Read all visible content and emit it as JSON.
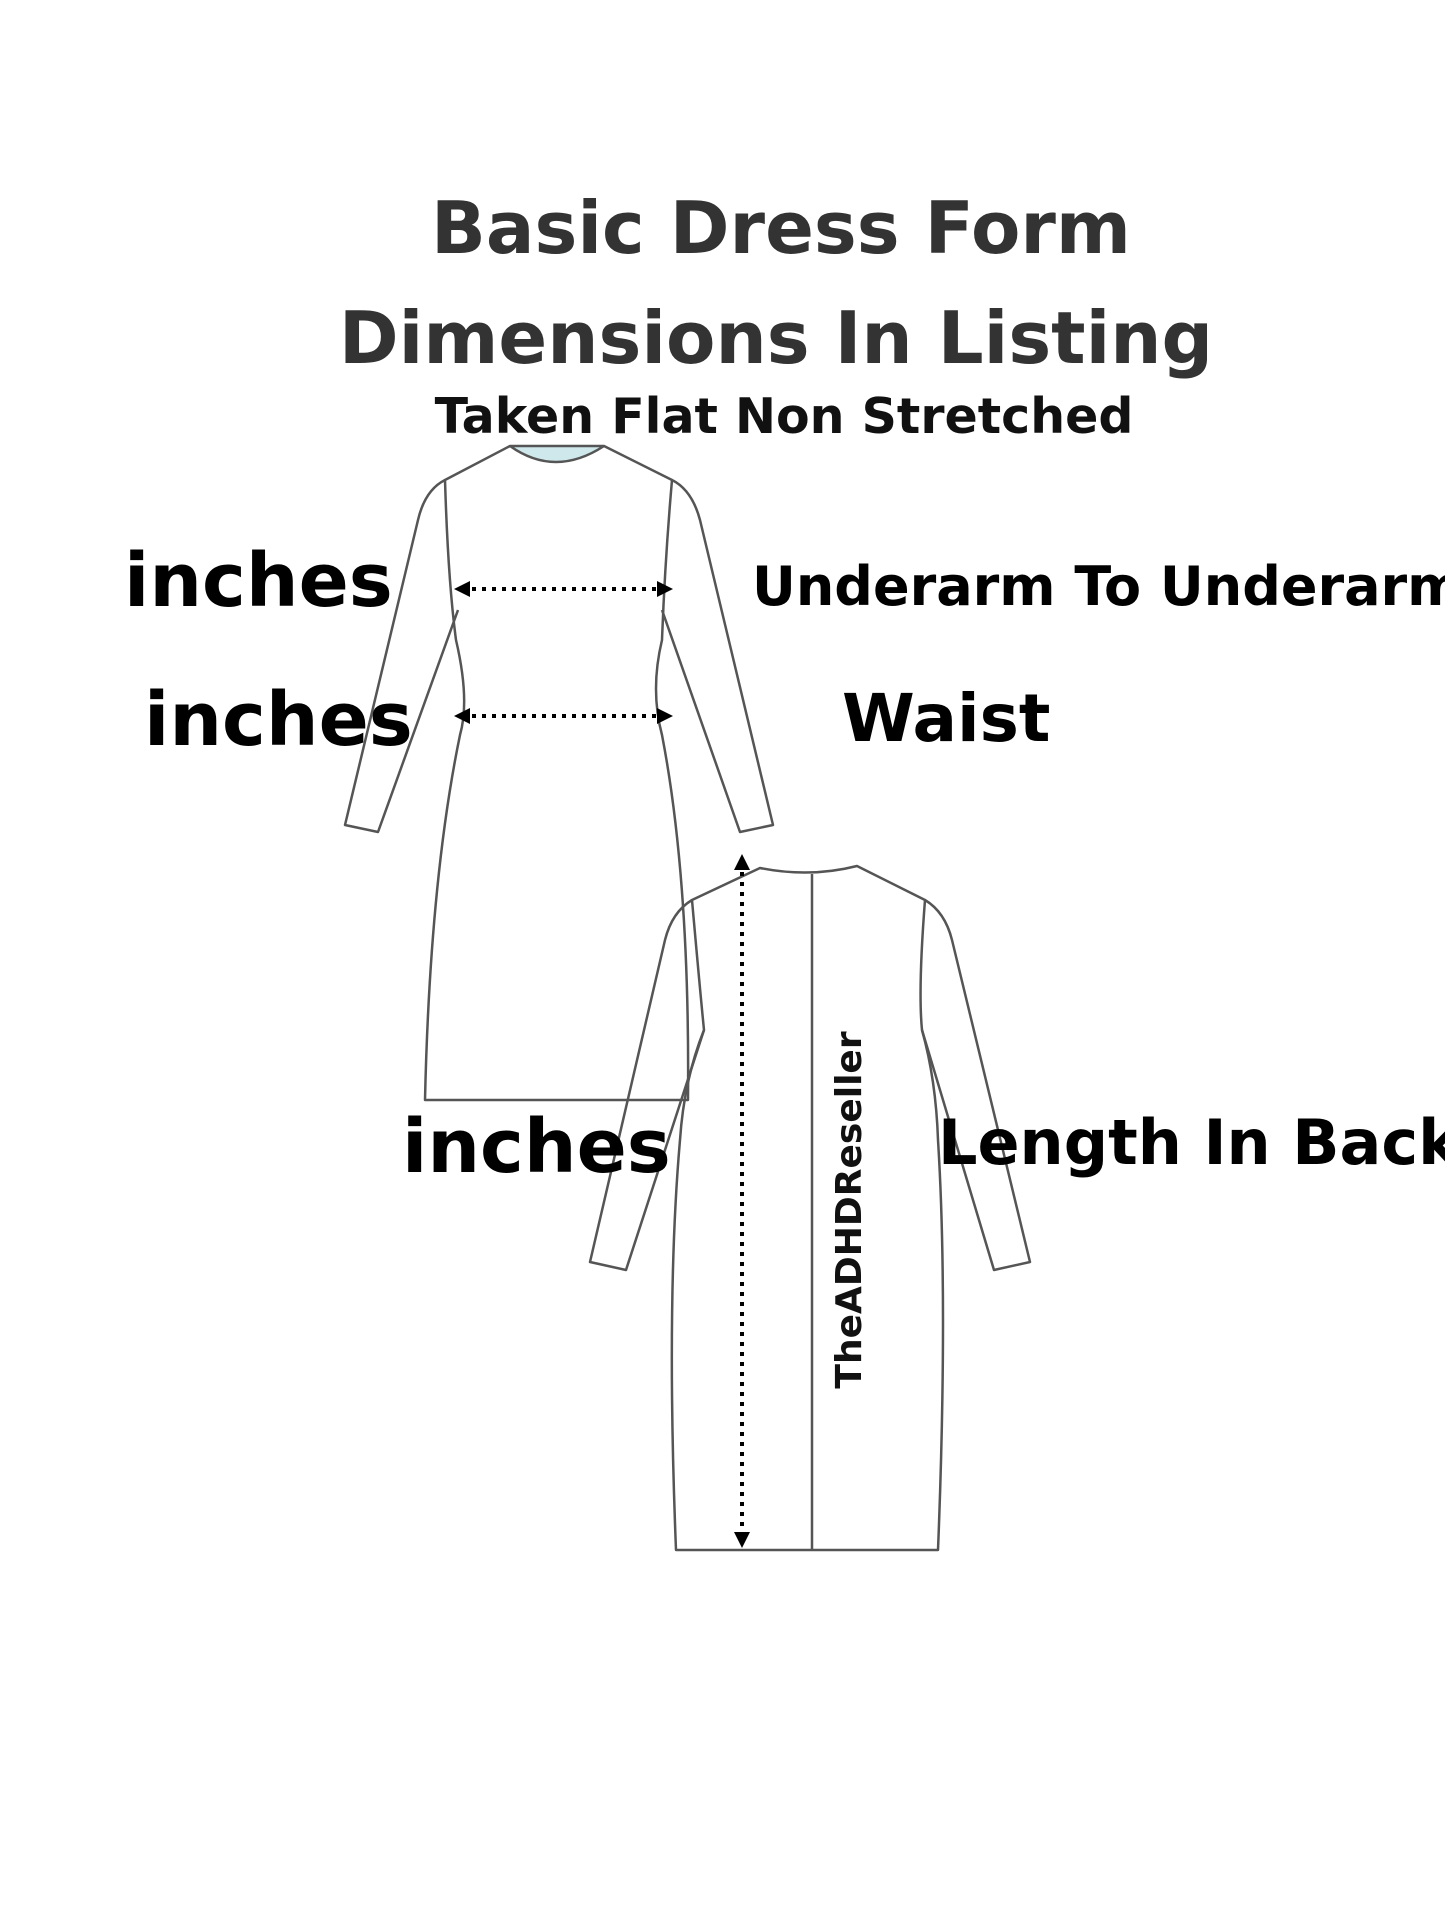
{
  "title": {
    "line1": "Basic Dress Form",
    "line2": "Dimensions In Listing"
  },
  "subtitle": "Taken Flat Non Stretched",
  "measurements": [
    {
      "unit": "inches",
      "label": "Underarm  To Underarm"
    },
    {
      "unit": "inches",
      "label": "Waist"
    },
    {
      "unit": "inches",
      "label": "Length In Back"
    }
  ],
  "watermark": "TheADHDReseller",
  "colors": {
    "title": "#333333",
    "text": "#000000",
    "outline": "#555555",
    "collar": "#cfe8ec"
  }
}
